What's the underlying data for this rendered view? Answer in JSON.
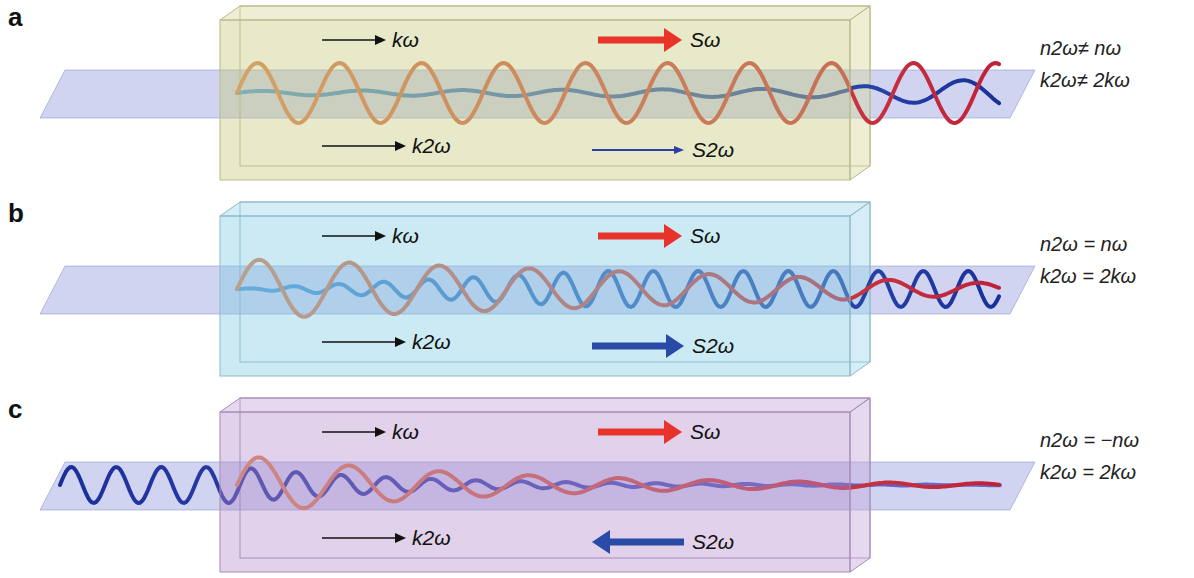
{
  "diagram": {
    "labels": [
      "a",
      "kω",
      "Sω",
      "k2ω",
      "S2ω",
      "n2ω≠ nω",
      "k2ω≠ 2kω",
      "b",
      "kω",
      "Sω",
      "k2ω",
      "S2ω",
      "n2ω = nω",
      "k2ω = 2kω",
      "c",
      "kω",
      "Sω",
      "k2ω",
      "S2ω",
      "n2ω = −nω",
      "k2ω = 2kω"
    ]
  }
}
